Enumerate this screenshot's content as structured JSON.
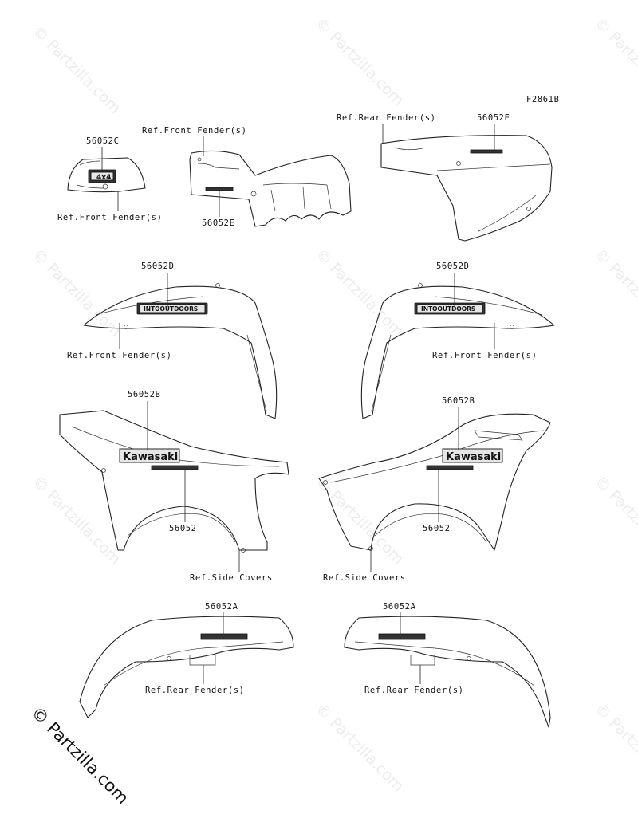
{
  "figure_code": "F2861B",
  "watermark": {
    "text": "© Partzilla.com"
  },
  "callouts": {
    "c_56052C": "56052C",
    "c_56052E_a": "56052E",
    "c_56052E_b": "56052E",
    "c_56052D_l": "56052D",
    "c_56052D_r": "56052D",
    "c_56052B_l": "56052B",
    "c_56052B_r": "56052B",
    "c_56052_l": "56052",
    "c_56052_r": "56052",
    "c_56052A_l": "56052A",
    "c_56052A_r": "56052A"
  },
  "refs": {
    "front_fender_1": "Ref.Front Fender(s)",
    "front_fender_2": "Ref.Front Fender(s)",
    "rear_fender_top": "Ref.Rear Fender(s)",
    "front_fender_left": "Ref.Front Fender(s)",
    "front_fender_right": "Ref.Front Fender(s)",
    "side_covers_left": "Ref.Side Covers",
    "side_covers_right": "Ref.Side Covers",
    "rear_fender_left": "Ref.Rear Fender(s)",
    "rear_fender_right": "Ref.Rear Fender(s)"
  },
  "decals": {
    "fourbyfour": "4x4",
    "outdoors": "INTOOUTDOORS",
    "kawasaki": "Kawasaki"
  }
}
